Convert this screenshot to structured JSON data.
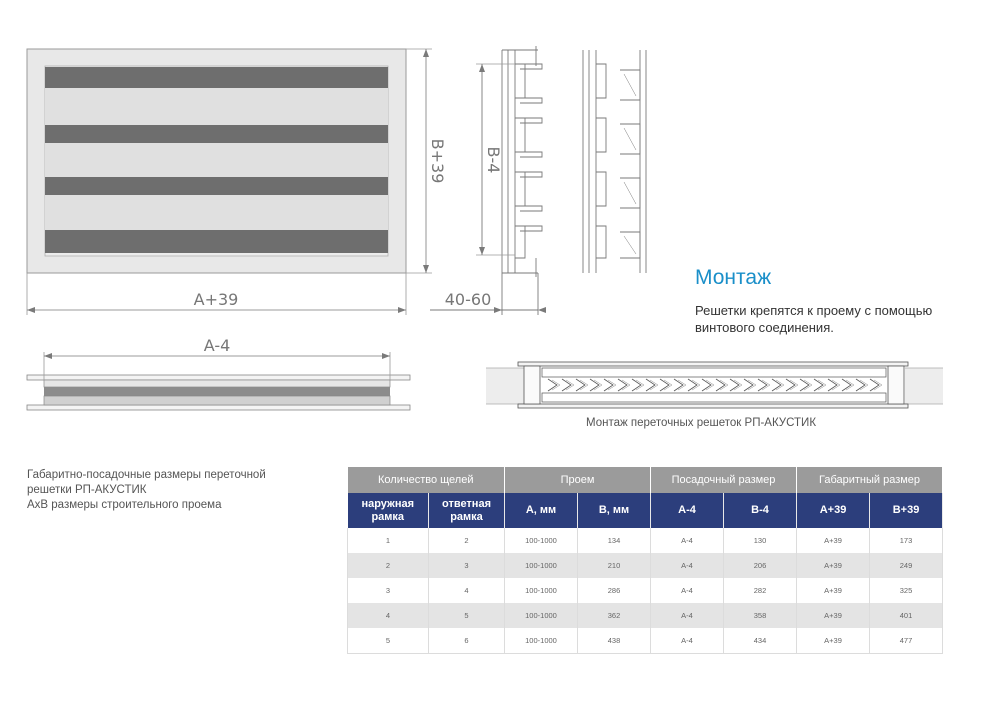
{
  "drawings": {
    "dim_b39": "B+39",
    "dim_a39": "A+39",
    "dim_b4": "B-4",
    "dim_a4": "A-4",
    "dim_depth": "40-60"
  },
  "montage": {
    "title": "Монтаж",
    "text": "Решетки крепятся к проему с помощью винтового соединения."
  },
  "caption": "Монтаж переточных решеток РП-АКУСТИК",
  "notes": [
    "Габаритно-посадочные размеры переточной",
    "решетки РП-АКУСТИК",
    "АхВ размеры строительного проема"
  ],
  "table": {
    "groups": [
      "Количество щелей",
      "Проем",
      "Посадочный размер",
      "Габаритный размер"
    ],
    "subheaders": [
      "наружная рамка",
      "ответная рамка",
      "А, мм",
      "В, мм",
      "А-4",
      "В-4",
      "А+39",
      "В+39"
    ],
    "rows": [
      [
        "1",
        "2",
        "100-1000",
        "134",
        "А-4",
        "130",
        "А+39",
        "173"
      ],
      [
        "2",
        "3",
        "100-1000",
        "210",
        "А-4",
        "206",
        "А+39",
        "249"
      ],
      [
        "3",
        "4",
        "100-1000",
        "286",
        "А-4",
        "282",
        "А+39",
        "325"
      ],
      [
        "4",
        "5",
        "100-1000",
        "362",
        "А-4",
        "358",
        "А+39",
        "401"
      ],
      [
        "5",
        "6",
        "100-1000",
        "438",
        "А-4",
        "434",
        "А+39",
        "477"
      ]
    ]
  }
}
